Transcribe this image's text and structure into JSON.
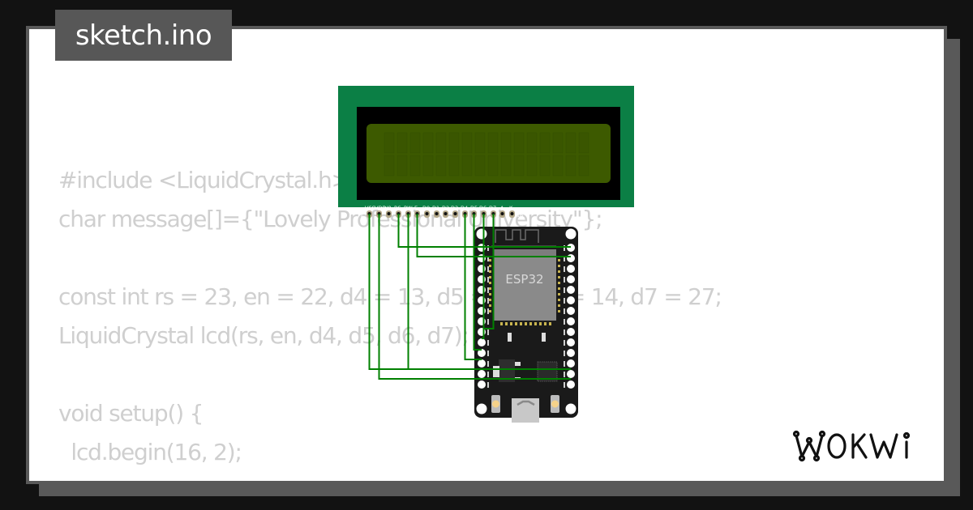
{
  "title": "sketch.ino",
  "code_lines": {
    "l1": "#include <LiquidCrystal.h>",
    "l2": "char message[]={\"Lovely Professional University\"};",
    "l3": "",
    "l4": "const int rs = 23, en = 22, d4 = 13, d5 = 12, d6 = 14, d7 = 27;",
    "l5": "LiquidCrystal lcd(rs, en, d4, d5, d6, d7);",
    "l6": "",
    "l7": "void setup() {",
    "l8": "  lcd.begin(16, 2);",
    "l9": "}"
  },
  "lcd": {
    "board_color": "#0b7f45",
    "screen_color": "#3d5a00",
    "pin_labels": [
      "VSS",
      "VDD",
      "V0",
      "RS",
      "RW",
      "E",
      "D0",
      "D1",
      "D2",
      "D3",
      "D4",
      "D5",
      "D6",
      "D7",
      "A",
      "K"
    ],
    "pin_first": "1",
    "pin_last": "16"
  },
  "esp32": {
    "label": "ESP32",
    "board_color": "#1a1a1a"
  },
  "wire_color": "#008000",
  "logo": "WOKWI"
}
